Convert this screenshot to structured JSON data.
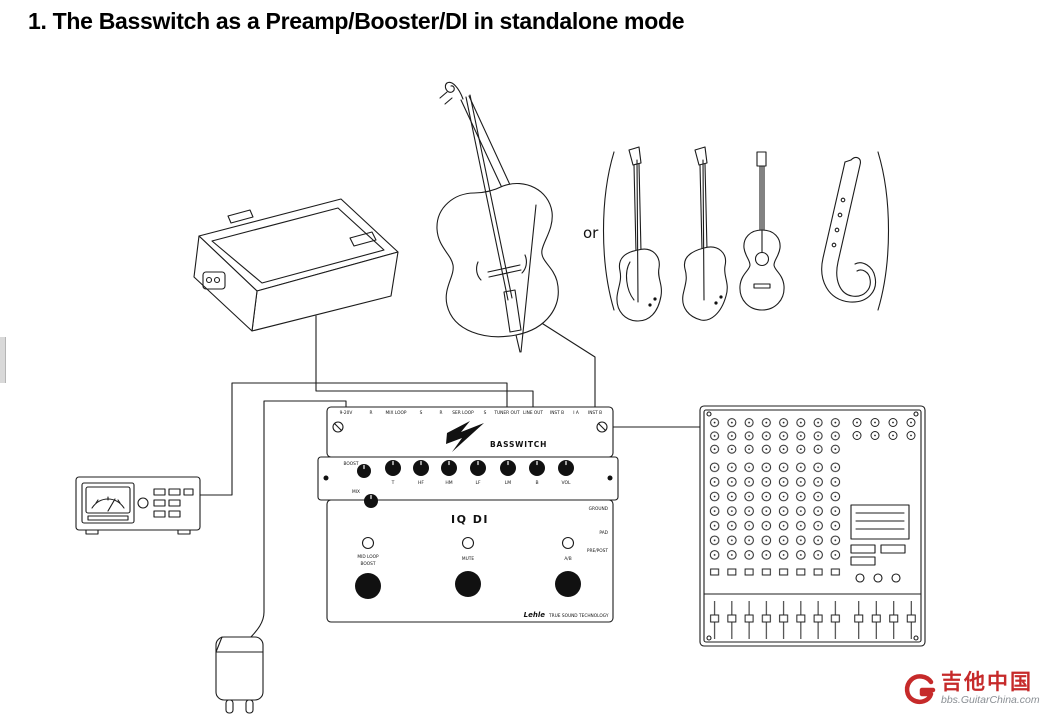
{
  "page": {
    "title": "1. The Basswitch as a Preamp/Booster/DI in standalone mode",
    "or_label": "or"
  },
  "pedal": {
    "brand": "BASSWITCH",
    "model": "IQ DI",
    "top_labels": [
      "9-20V",
      "R",
      "MIX LOOP",
      "S",
      "R",
      "SER LOOP",
      "S",
      "TUNER OUT",
      "LINE OUT",
      "INST B",
      "I A",
      "INST B"
    ],
    "boost_label": "BOOST",
    "mix_label": "MIX",
    "knob_labels": [
      "T",
      "HF",
      "HM",
      "LF",
      "LM",
      "B",
      "VOL"
    ],
    "side_labels": [
      "GROUND",
      "PAD",
      "PRE/POST"
    ],
    "footswitches": [
      {
        "line1": "MID LOOP",
        "line2": "BOOST"
      },
      {
        "line1": "MUTE",
        "line2": ""
      },
      {
        "line1": "A/B",
        "line2": ""
      }
    ],
    "maker": "Lehle",
    "maker_tagline": "TRUE SOUND TECHNOLOGY"
  },
  "watermark": {
    "cn": "吉他中国",
    "url": "bbs.GuitarChina.com"
  }
}
